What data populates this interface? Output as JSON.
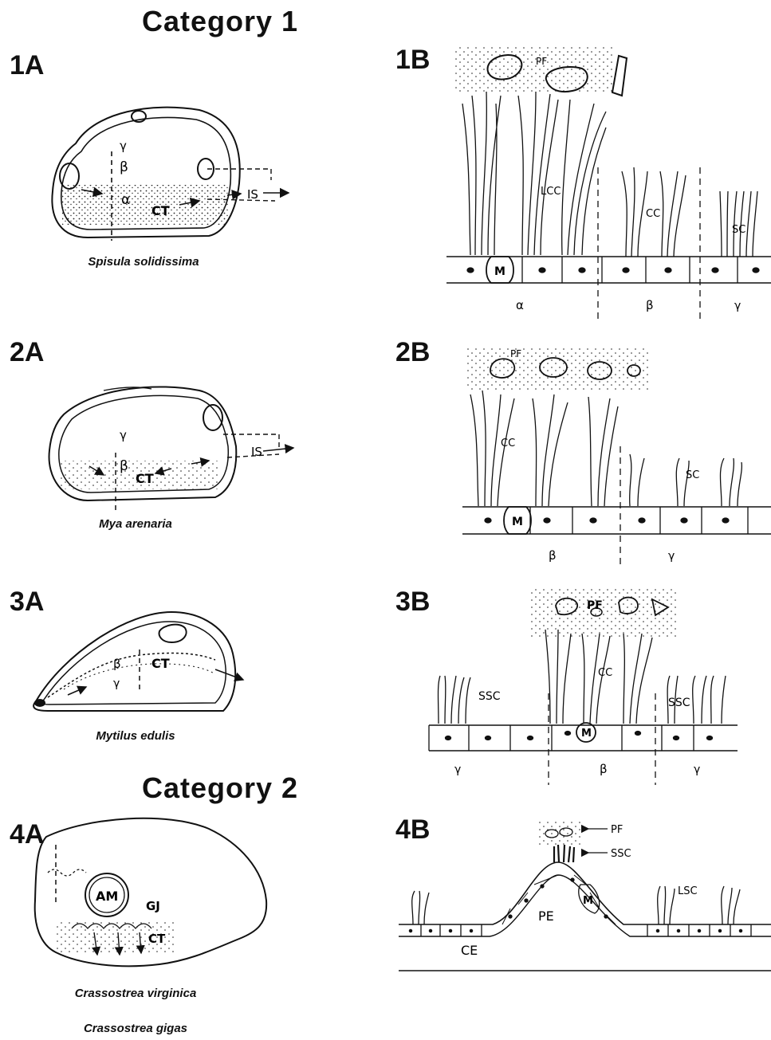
{
  "headings": {
    "category1": "Category 1",
    "category2": "Category 2"
  },
  "panels": {
    "p1A": "1A",
    "p1B": "1B",
    "p2A": "2A",
    "p2B": "2B",
    "p3A": "3A",
    "p3B": "3B",
    "p4A": "4A",
    "p4B": "4B"
  },
  "species": {
    "s1": "Spisula solidissima",
    "s2": "Mya arenaria",
    "s3": "Mytilus edulis",
    "s4a": "Crassostrea virginica",
    "s4b": "Crassostrea gigas"
  },
  "labels": {
    "gamma": "γ",
    "beta": "β",
    "alpha": "α",
    "CT": "CT",
    "IS": "IS",
    "PF": "PF",
    "LCC": "LCC",
    "CC": "CC",
    "SC": "SC",
    "SSC": "SSC",
    "M": "M",
    "AM": "AM",
    "GJ": "GJ",
    "PE": "PE",
    "CE": "CE",
    "LSC": "LSC"
  }
}
